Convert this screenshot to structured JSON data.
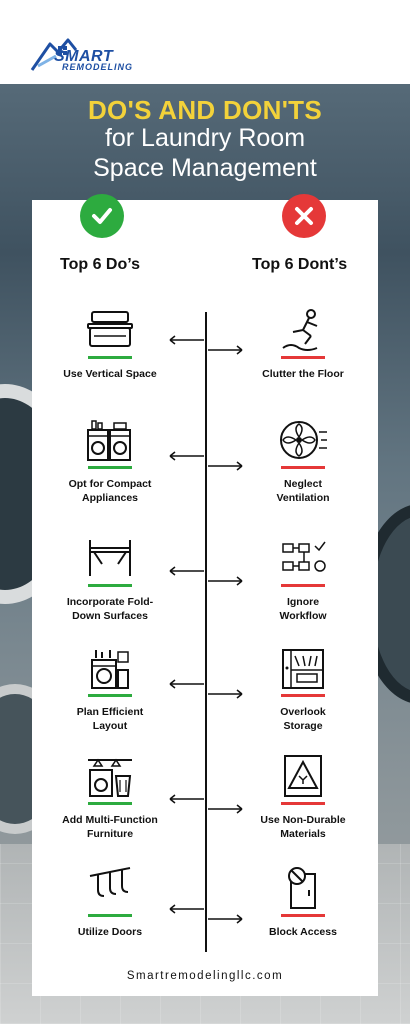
{
  "brand": {
    "line1": "SMART",
    "line2": "REMODELING"
  },
  "title": {
    "line1": "DO'S AND DON'TS",
    "line2": "for Laundry Room",
    "line3": "Space Management"
  },
  "columns": {
    "do_heading": "Top 6 Do’s",
    "dont_heading": "Top 6 Dont’s"
  },
  "dos": [
    {
      "label_1": "Use Vertical Space",
      "label_2": "",
      "icon": "stacked-containers-icon"
    },
    {
      "label_1": "Opt for Compact",
      "label_2": "Appliances",
      "icon": "stacked-washer-dryer-icon"
    },
    {
      "label_1": "Incorporate Fold-",
      "label_2": "Down Surfaces",
      "icon": "fold-down-table-icon"
    },
    {
      "label_1": "Plan Efficient",
      "label_2": "Layout",
      "icon": "laundry-layout-icon"
    },
    {
      "label_1": "Add Multi-Function",
      "label_2": "Furniture",
      "icon": "multi-function-furniture-icon"
    },
    {
      "label_1": "Utilize Doors",
      "label_2": "",
      "icon": "door-hooks-icon"
    }
  ],
  "donts": [
    {
      "label_1": "Clutter the Floor",
      "label_2": "",
      "icon": "slipping-person-icon"
    },
    {
      "label_1": "Neglect",
      "label_2": "Ventilation",
      "icon": "ventilation-fan-icon"
    },
    {
      "label_1": "Ignore",
      "label_2": "Workflow",
      "icon": "workflow-icon"
    },
    {
      "label_1": "Overlook",
      "label_2": "Storage",
      "icon": "storage-cabinet-icon"
    },
    {
      "label_1": "Use Non-Durable",
      "label_2": "Materials",
      "icon": "warning-glass-icon"
    },
    {
      "label_1": "Block Access",
      "label_2": "",
      "icon": "blocked-door-icon"
    }
  ],
  "colors": {
    "do_green": "#2dab3f",
    "dont_red": "#e53838",
    "title_yellow": "#f3d23a",
    "brand_blue": "#1e4fa3"
  },
  "footer": {
    "url": "Smartremodelingllc.com"
  }
}
